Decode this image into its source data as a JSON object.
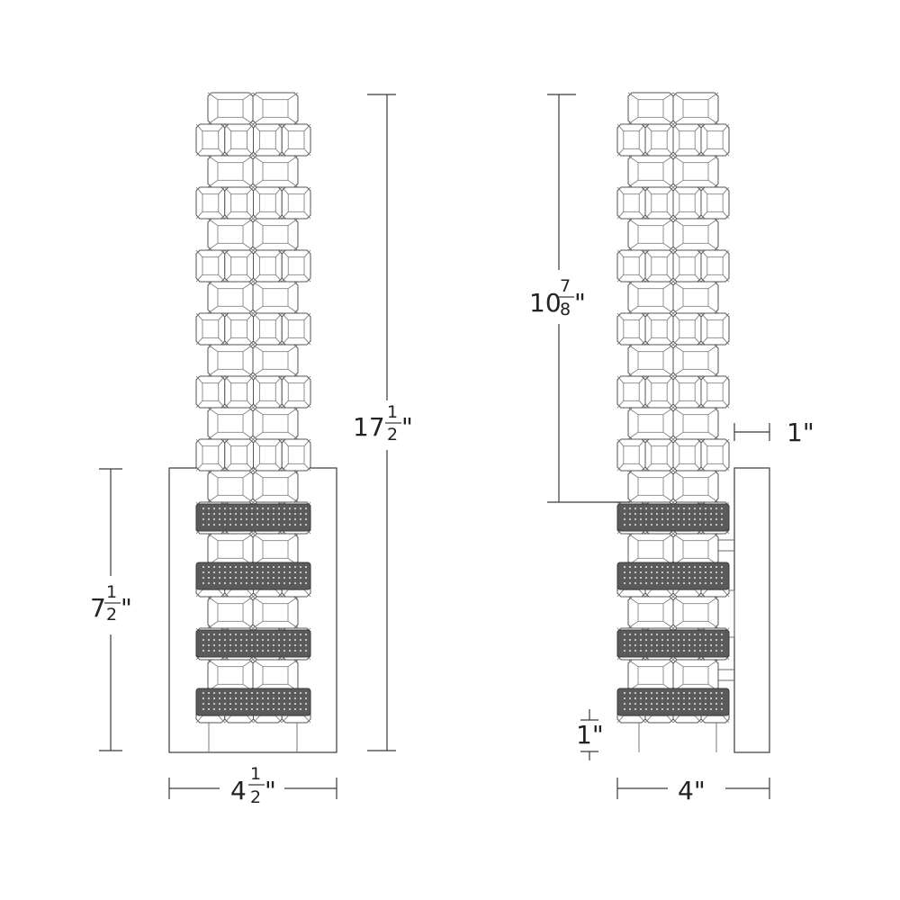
{
  "dimensions": {
    "front_total_height": {
      "whole": "17",
      "num": "1",
      "den": "2",
      "unit": "\""
    },
    "front_backplate_height": {
      "whole": "7",
      "num": "1",
      "den": "2",
      "unit": "\""
    },
    "front_width": {
      "whole": "4",
      "num": "1",
      "den": "2",
      "unit": "\""
    },
    "side_extension": {
      "whole": "10",
      "num": "7",
      "den": "8",
      "unit": "\""
    },
    "side_projection": {
      "text": "1\""
    },
    "side_bottom_offset": {
      "text": "1\""
    },
    "side_depth": {
      "text": "4\""
    }
  },
  "colors": {
    "line": "#3a3a3a",
    "band": "#5a5a5a",
    "background": "#ffffff"
  }
}
